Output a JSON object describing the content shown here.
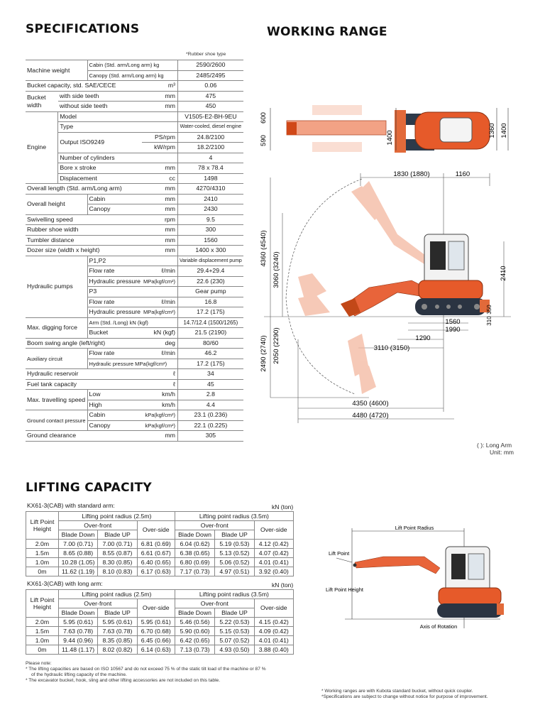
{
  "titles": {
    "specifications": "SPECIFICATIONS",
    "working_range": "WORKING RANGE",
    "lifting_capacity": "LIFTING CAPACITY"
  },
  "spec_note": "*Rubber shoe type",
  "spec": {
    "machine_weight": "Machine weight",
    "cabin_kg_label": "Cabin (Std. arm/Long arm)  kg",
    "cabin_kg": "2590/2600",
    "canopy_kg_label": "Canopy (Std. arm/Long arm)  kg",
    "canopy_kg": "2485/2495",
    "bucket_capacity": "Bucket capacity, std. SAE/CECE",
    "bucket_capacity_unit": "m³",
    "bucket_capacity_val": "0.06",
    "bucket_width": "Bucket width",
    "with_side_teeth": "with side teeth",
    "with_side_teeth_val": "475",
    "without_side_teeth": "without side teeth",
    "without_side_teeth_val": "450",
    "mm": "mm",
    "engine": "Engine",
    "model": "Model",
    "model_val": "V1505-E2-BH-9EU",
    "type": "Type",
    "type_val": "Water-cooled, diesel engine",
    "output": "Output ISO9249",
    "ps_rpm": "PS/rpm",
    "ps_val": "24.8/2100",
    "kw_rpm": "kW/rpm",
    "kw_val": "18.2/2100",
    "cylinders": "Number of cylinders",
    "cylinders_val": "4",
    "bore": "Bore x stroke",
    "bore_val": "78 x 78.4",
    "displacement": "Displacement",
    "cc": "cc",
    "displacement_val": "1498",
    "overall_length": "Overall length  (Std. arm/Long arm)",
    "overall_length_val": "4270/4310",
    "overall_height": "Overall height",
    "cabin": "Cabin",
    "cabin_h_val": "2410",
    "canopy": "Canopy",
    "canopy_h_val": "2430",
    "swivel": "Swivelling speed",
    "rpm": "rpm",
    "swivel_val": "9.5",
    "shoe_width": "Rubber shoe width",
    "shoe_width_val": "300",
    "tumbler": "Tumbler distance",
    "tumbler_val": "1560",
    "dozer": "Dozer size (width x height)",
    "dozer_val": "1400 x 300",
    "hydraulic_pumps": "Hydraulic pumps",
    "p1p2": "P1,P2",
    "p1p2_val": "Variable displacement pump",
    "flow_rate": "Flow rate",
    "l_min": "ℓ/min",
    "flow1_val": "29.4+29.4",
    "hyd_pressure": "Hydraulic pressure",
    "mpa": "MPa(kgf/cm²)",
    "press1_val": "22.6 (230)",
    "p3": "P3",
    "p3_val": "Gear pump",
    "flow2_val": "16.8",
    "press2_val": "17.2 (175)",
    "max_dig": "Max. digging force",
    "arm_label": "Arm (Std. /Long)  kN (kgf)",
    "arm_val": "14.7/12.4 (1500/1265)",
    "bucket": "Bucket",
    "kn_kgf": "kN (kgf)",
    "bucket_force_val": "21.5 (2190)",
    "boom_swing": "Boom swing angle (left/right)",
    "deg": "deg",
    "boom_swing_val": "80/60",
    "aux": "Auxiliary circuit",
    "aux_flow_val": "46.2",
    "aux_press_val": "17.2 (175)",
    "hyd_reservoir": "Hydraulic reservoir",
    "l": "ℓ",
    "hyd_reservoir_val": "34",
    "fuel": "Fuel tank capacity",
    "fuel_val": "45",
    "travel": "Max. travelling speed",
    "low": "Low",
    "kmh": "km/h",
    "low_val": "2.8",
    "high": "High",
    "high_val": "4.4",
    "ground_pressure": "Ground contact pressure",
    "kpa": "kPa(kgf/cm²)",
    "gp_cabin_val": "23.1 (0.236)",
    "gp_canopy_val": "22.1 (0.225)",
    "ground_clearance": "Ground clearance",
    "ground_clearance_val": "305"
  },
  "lifting": {
    "kn_ton": "kN (ton)",
    "lift_point_height": "Lift Point Height",
    "radius_25": "Lifting point radius (2.5m)",
    "radius_35": "Lifting point radius (3.5m)",
    "over_front": "Over-front",
    "over_side": "Over-side",
    "blade_down": "Blade Down",
    "blade_up": "Blade UP",
    "std": {
      "caption": "KX61-3(CAB) with standard arm:",
      "rows": [
        [
          "2.0m",
          "7.00 (0.71)",
          "7.00 (0.71)",
          "6.81 (0.69)",
          "6.04 (0.62)",
          "5.19 (0.53)",
          "4.12 (0.42)"
        ],
        [
          "1.5m",
          "8.65 (0.88)",
          "8.55 (0.87)",
          "6.61 (0.67)",
          "6.38 (0.65)",
          "5.13 (0.52)",
          "4.07 (0.42)"
        ],
        [
          "1.0m",
          "10.28 (1.05)",
          "8.30 (0.85)",
          "6.40 (0.65)",
          "6.80 (0.69)",
          "5.06 (0.52)",
          "4.01 (0.41)"
        ],
        [
          "0m",
          "11.62 (1.19)",
          "8.10 (0.83)",
          "6.17 (0.63)",
          "7.17 (0.73)",
          "4.97 (0.51)",
          "3.92 (0.40)"
        ]
      ]
    },
    "long": {
      "caption": "KX61-3(CAB) with long arm:",
      "rows": [
        [
          "2.0m",
          "5.95 (0.61)",
          "5.95 (0.61)",
          "5.95 (0.61)",
          "5.46 (0.56)",
          "5.22 (0.53)",
          "4.15 (0.42)"
        ],
        [
          "1.5m",
          "7.63 (0.78)",
          "7.63 (0.78)",
          "6.70 (0.68)",
          "5.90 (0.60)",
          "5.15 (0.53)",
          "4.09 (0.42)"
        ],
        [
          "1.0m",
          "9.44 (0.96)",
          "8.35 (0.85)",
          "6.45 (0.66)",
          "6.42 (0.65)",
          "5.07 (0.52)",
          "4.01 (0.41)"
        ],
        [
          "0m",
          "11.48 (1.17)",
          "8.02 (0.82)",
          "6.14 (0.63)",
          "7.13 (0.73)",
          "4.93 (0.50)",
          "3.88 (0.40)"
        ]
      ]
    },
    "notes": [
      "Please note:",
      "* The lifting capacities are based on ISO 10567 and do not exceed 75 % of the static tilt load of the machine or 87 %",
      "   of the hydraulic lifting capacity of the machine.",
      "* The excavator bucket, hook, sling and other lifting accessories are not included on this table."
    ]
  },
  "working_range": {
    "dims": {
      "d590": "590",
      "d600": "600",
      "d1400v": "1400",
      "d1360": "1360",
      "d1400r": "1400",
      "d1830": "1830 (1880)",
      "d1160": "1160",
      "d4360": "4360 (4540)",
      "d3060": "3060 (3240)",
      "d2410": "2410",
      "d1560": "1560",
      "d1990": "1990",
      "d1290": "1290",
      "d310": "310",
      "d350": "350",
      "d3110": "3110 (3150)",
      "d2490": "2490 (2740)",
      "d2050": "2050 (2290)",
      "d4350": "4350 (4600)",
      "d4480": "4480 (4720)"
    },
    "long_arm_note": "( ): Long Arm",
    "unit_note": "Unit: mm"
  },
  "lift_diagram": {
    "radius": "Lift Point Radius",
    "point": "Lift Point",
    "height": "Lift Point Height",
    "axis": "Axis of Rotation"
  },
  "footer_notes": [
    "* Working ranges are with Kubota standard bucket, without quick coupler.",
    "*Specifications are subject to change without notice for purpose of improvement."
  ]
}
